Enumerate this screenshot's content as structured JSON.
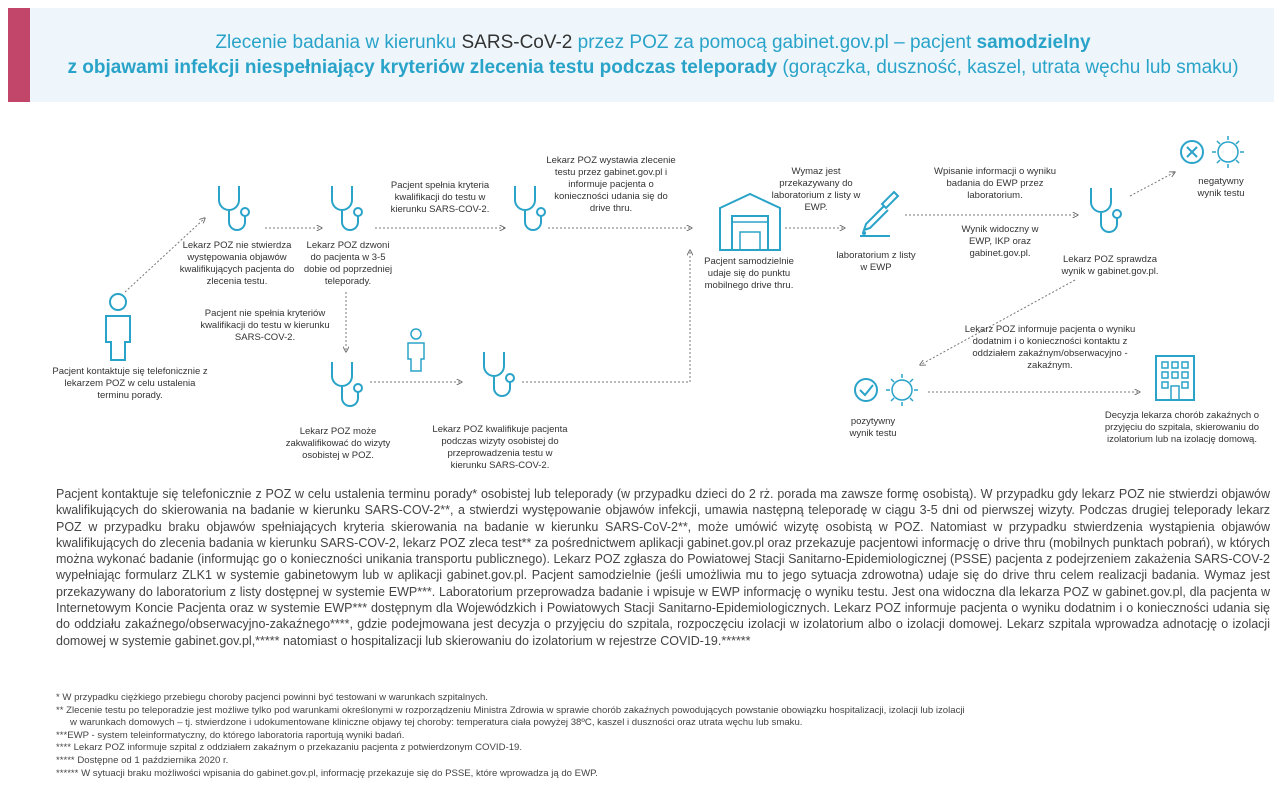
{
  "header": {
    "title_part1": "Zlecenie badania w kierunku ",
    "title_part2": "SARS-CoV-2",
    "title_part3": " przez POZ za pomocą gabinet.gov.pl – pacjent ",
    "title_part4": "samodzielny",
    "title_part5": "z objawami infekcji niespełniający kryteriów zlecenia testu podczas teleporady",
    "title_part6": " (gorączka, duszność, kaszel, utrata węchu lub smaku)",
    "accent_color": "#c2456a",
    "text_color": "#2aa3c9"
  },
  "diagram": {
    "patient_contact": "Pacjent kontaktuje się telefonicznie z lekarzem POZ w celu ustalenia terminu porady.",
    "no_symptoms": "Lekarz POZ nie stwierdza występowania objawów kwalifikujących pacjenta do zlecenia testu.",
    "calls_patient": "Lekarz POZ dzwoni do pacjenta w 3-5 dobie od poprzedniej teleporady.",
    "meets_criteria": "Pacjent spełnia kryteria kwalifikacji do testu w kierunku SARS-COV-2.",
    "issues_order": "Lekarz POZ wystawia zlecenie testu przez gabinet.gov.pl i informuje pacjenta o konieczności udania się do drive thru.",
    "goes_drive_thru": "Pacjent samodzielnie udaje się do punktu mobilnego drive thru.",
    "smear_transferred": "Wymaz jest przekazywany do laboratorium z listy w EWP.",
    "lab_label": "laboratorium z listy w EWP",
    "entering_info": "Wpisanie informacji o wyniku badania do EWP przez laboratorium.",
    "result_visible": "Wynik widoczny w EWP, IKP oraz gabinet.gov.pl.",
    "checks_result": "Lekarz POZ sprawdza wynik w gabinet.gov.pl.",
    "negative": "negatywny wynik testu",
    "informs_positive": "Lekarz POZ informuje pacjenta o wyniku dodatnim i o konieczności kontaktu z oddziałem zakaźnym/obserwacyjno -zakaźnym.",
    "positive": "pozytywny wynik testu",
    "infect_decision": "Decyzja lekarza chorób zakaźnych o przyjęciu do szpitala, skierowaniu do izolatorium lub na izolację domową.",
    "not_meets": "Pacjent nie spełnia kryteriów kwalifikacji do testu w kierunku SARS-COV-2.",
    "may_qualify": "Lekarz POZ może zakwalifikować do wizyty osobistej w POZ.",
    "qualifies": "Lekarz POZ kwalifikuje pacjenta podczas wizyty osobistej do przeprowadzenia testu w kierunku SARS-COV-2."
  },
  "paragraph": "Pacjent kontaktuje się telefonicznie z POZ w celu ustalenia terminu porady* osobistej lub teleporady (w przypadku dzieci do 2 rż. porada ma zawsze formę osobistą). W przypadku gdy lekarz POZ nie stwierdzi objawów kwalifikujących do skierowania na badanie w kierunku SARS-COV-2**, a stwierdzi występowanie objawów infekcji, umawia następną teleporadę w ciągu 3-5 dni od pierwszej wizyty. Podczas drugiej teleporady lekarz POZ w przypadku braku objawów spełniających kryteria skierowania na badanie w kierunku SARS-CoV-2**, może umówić wizytę osobistą w POZ. Natomiast w przypadku stwierdzenia wystąpienia objawów kwalifikujących do zlecenia badania w kierunku SARS-COV-2, lekarz POZ zleca test** za pośrednictwem aplikacji gabinet.gov.pl oraz przekazuje pacjentowi informację o drive thru (mobilnych punktach pobrań), w których można wykonać badanie (informując go o konieczności unikania transportu publicznego). Lekarz POZ zgłasza do Powiatowej Stacji Sanitarno-Epidemiologicznej (PSSE) pacjenta z podejrzeniem zakażenia SARS-COV-2 wypełniając formularz ZLK1 w systemie gabinetowym lub w aplikacji gabinet.gov.pl. Pacjent samodzielnie (jeśli umożliwia mu to jego sytuacja zdrowotna) udaje się do drive thru celem realizacji badania. Wymaz jest przekazywany do laboratorium z listy dostępnej w systemie EWP***. Laboratorium przeprowadza badanie i wpisuje w EWP informację o wyniku testu. Jest ona widoczna dla lekarza POZ w gabinet.gov.pl, dla pacjenta w Internetowym Koncie Pacjenta oraz w systemie EWP*** dostępnym dla Wojewódzkich i Powiatowych Stacji Sanitarno-Epidemiologicznych. Lekarz POZ informuje pacjenta o wyniku dodatnim i o konieczności udania się do oddziału zakaźnego/obserwacyjno-zakaźnego****, gdzie podejmowana jest decyzja o przyjęciu do szpitala, rozpoczęciu izolacji w izolatorium albo o izolacji domowej. Lekarz szpitala wprowadza adnotację o izolacji domowej w systemie gabinet.gov.pl,***** natomiast o hospitalizacji lub skierowaniu do izolatorium w rejestrze COVID-19.******",
  "footnotes": {
    "n1": "* W przypadku ciężkiego przebiegu choroby pacjenci powinni być testowani w warunkach szpitalnych.",
    "n2a": "** Zlecenie testu po teleporadzie jest możliwe tylko pod warunkami określonymi w rozporządzeniu Ministra Zdrowia w sprawie chorób zakaźnych powodujących powstanie obowiązku hospitalizacji, izolacji lub izolacji",
    "n2b": "w warunkach domowych – tj. stwierdzone i udokumentowane kliniczne objawy tej choroby: temperatura ciała powyżej 38ºC, kaszel i duszności oraz utrata węchu lub smaku.",
    "n3": "***EWP - system teleinformatyczny, do którego laboratoria raportują wyniki badań.",
    "n4": "**** Lekarz POZ informuje szpital z oddziałem zakaźnym o przekazaniu pacjenta z potwierdzonym COVID-19.",
    "n5": "***** Dostępne od 1 października 2020 r.",
    "n6": "****** W sytuacji braku możliwości wpisania do gabinet.gov.pl, informację przekazuje się do PSSE, które wprowadza ją do EWP."
  },
  "icon_color": "#2aa3c9"
}
